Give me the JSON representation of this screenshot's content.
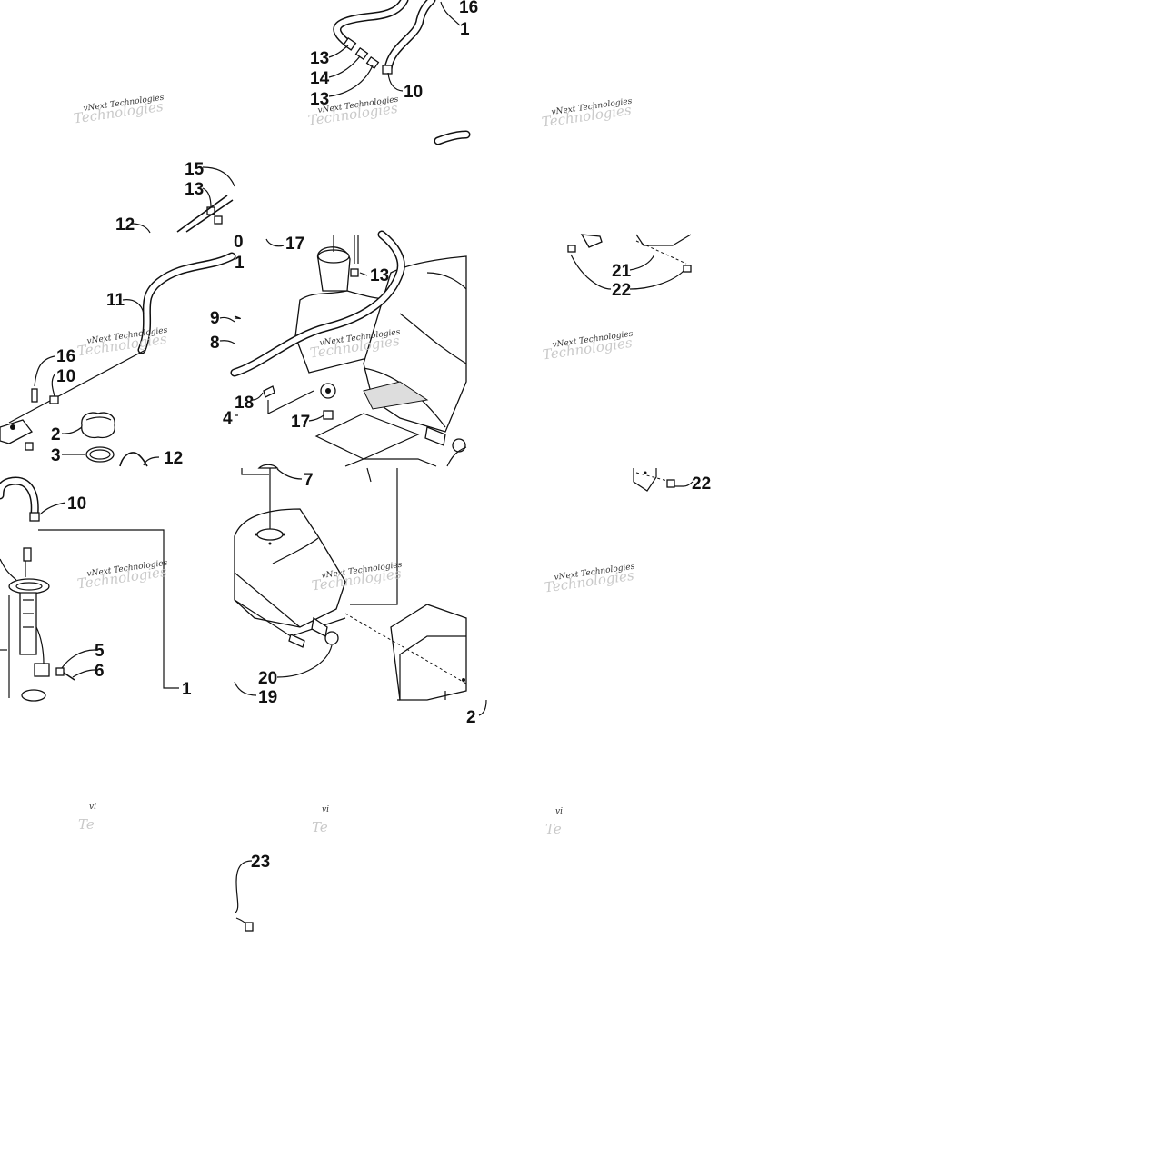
{
  "diagram": {
    "callouts": [
      {
        "id": "c-16-top",
        "text": "16"
      },
      {
        "id": "c-1-top",
        "text": "1"
      },
      {
        "id": "c-13a",
        "text": "13"
      },
      {
        "id": "c-14",
        "text": "14"
      },
      {
        "id": "c-13b",
        "text": "13"
      },
      {
        "id": "c-10-top",
        "text": "10"
      },
      {
        "id": "c-15",
        "text": "15"
      },
      {
        "id": "c-13c",
        "text": "13"
      },
      {
        "id": "c-12-top",
        "text": "12"
      },
      {
        "id": "c-0",
        "text": "0"
      },
      {
        "id": "c-1-mid",
        "text": "1"
      },
      {
        "id": "c-17-top",
        "text": "17"
      },
      {
        "id": "c-11",
        "text": "11"
      },
      {
        "id": "c-13d",
        "text": "13"
      },
      {
        "id": "c-21",
        "text": "21"
      },
      {
        "id": "c-22",
        "text": "22"
      },
      {
        "id": "c-9",
        "text": "9"
      },
      {
        "id": "c-8",
        "text": "8"
      },
      {
        "id": "c-16-mid",
        "text": "16"
      },
      {
        "id": "c-10-mid",
        "text": "10"
      },
      {
        "id": "c-18",
        "text": "18"
      },
      {
        "id": "c-4",
        "text": "4"
      },
      {
        "id": "c-17-mid",
        "text": "17"
      },
      {
        "id": "c-2-cap",
        "text": "2"
      },
      {
        "id": "c-3",
        "text": "3"
      },
      {
        "id": "c-12-mid",
        "text": "12"
      },
      {
        "id": "c-7",
        "text": "7"
      },
      {
        "id": "c-10-low",
        "text": "10"
      },
      {
        "id": "c-22-low",
        "text": "22"
      },
      {
        "id": "c-5",
        "text": "5"
      },
      {
        "id": "c-6",
        "text": "6"
      },
      {
        "id": "c-1-low",
        "text": "1"
      },
      {
        "id": "c-20",
        "text": "20"
      },
      {
        "id": "c-19",
        "text": "19"
      },
      {
        "id": "c-2-low",
        "text": "2"
      },
      {
        "id": "c-23",
        "text": "23"
      }
    ],
    "watermark": {
      "line1": "vNext Technologies",
      "line2": "Technologies",
      "fragment1": "vi",
      "fragment2": "Te"
    }
  }
}
